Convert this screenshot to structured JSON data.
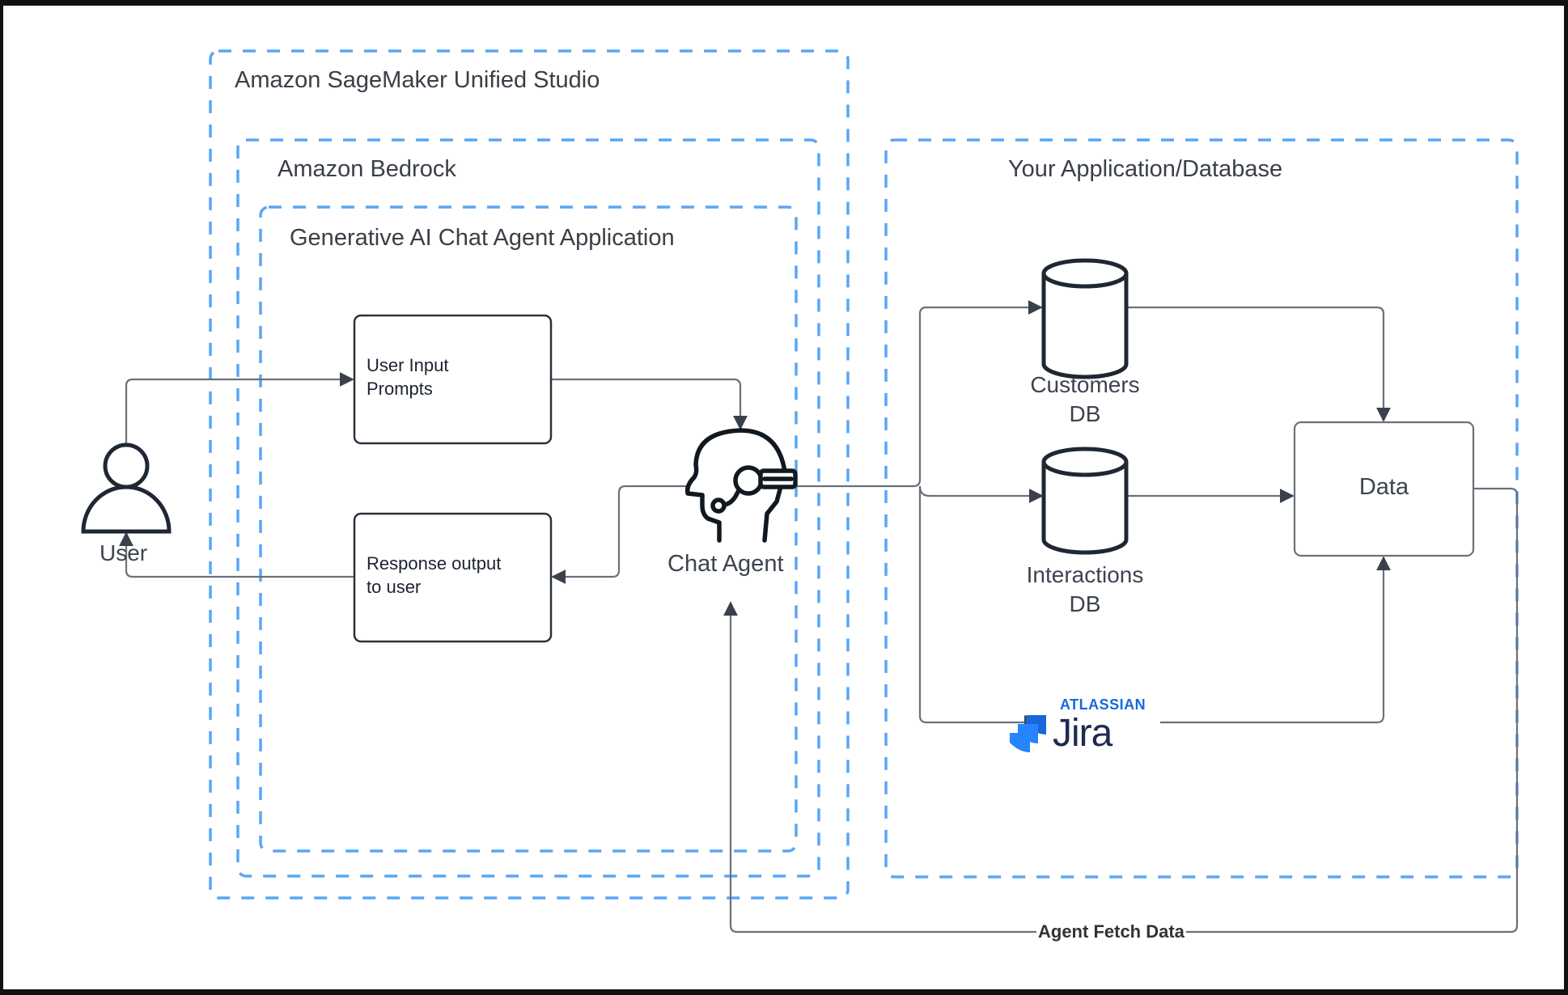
{
  "diagram": {
    "containers": [
      {
        "id": "sagemaker",
        "title": "Amazon SageMaker Unified Studio"
      },
      {
        "id": "bedrock",
        "title": "Amazon Bedrock"
      },
      {
        "id": "genai",
        "title": "Generative AI Chat Agent Application"
      },
      {
        "id": "app",
        "title": "Your Application/Database"
      }
    ],
    "nodes": {
      "user": {
        "label": "User",
        "icon": "person-icon"
      },
      "user_input": {
        "label_line1": "User Input",
        "label_line2": "Prompts"
      },
      "response": {
        "label_line1": "Response output",
        "label_line2": "to user"
      },
      "chat_agent": {
        "label": "Chat Agent",
        "icon": "support-agent-headset-icon"
      },
      "customers_db": {
        "label_line1": "Customers",
        "label_line2": "DB",
        "icon": "database-cylinder-icon"
      },
      "interactions_db": {
        "label_line1": "Interactions",
        "label_line2": "DB",
        "icon": "database-cylinder-icon"
      },
      "jira": {
        "brand": "ATLASSIAN",
        "name": "Jira",
        "icon": "jira-logo-icon"
      },
      "data": {
        "label": "Data"
      }
    },
    "edges": [
      {
        "from": "user",
        "to": "user_input",
        "label": ""
      },
      {
        "from": "user_input",
        "to": "chat_agent",
        "label": ""
      },
      {
        "from": "chat_agent",
        "to": "response",
        "label": ""
      },
      {
        "from": "response",
        "to": "user",
        "label": ""
      },
      {
        "from": "chat_agent",
        "to": "customers_db",
        "label": ""
      },
      {
        "from": "chat_agent",
        "to": "interactions_db",
        "label": ""
      },
      {
        "from": "chat_agent",
        "to": "jira",
        "label": ""
      },
      {
        "from": "customers_db",
        "to": "data",
        "label": ""
      },
      {
        "from": "interactions_db",
        "to": "data",
        "label": ""
      },
      {
        "from": "jira",
        "to": "data",
        "label": ""
      },
      {
        "from": "data",
        "to": "chat_agent",
        "label": "Agent Fetch Data"
      }
    ],
    "colors": {
      "container_border": "#5aa6f5",
      "edge": "#6b7079",
      "arrowhead": "#3a414c",
      "node_border": "#2b323c",
      "icon_stroke": "#1f2733",
      "atlassian_blue": "#1868DB",
      "jira_text": "#1d2b4f"
    }
  }
}
